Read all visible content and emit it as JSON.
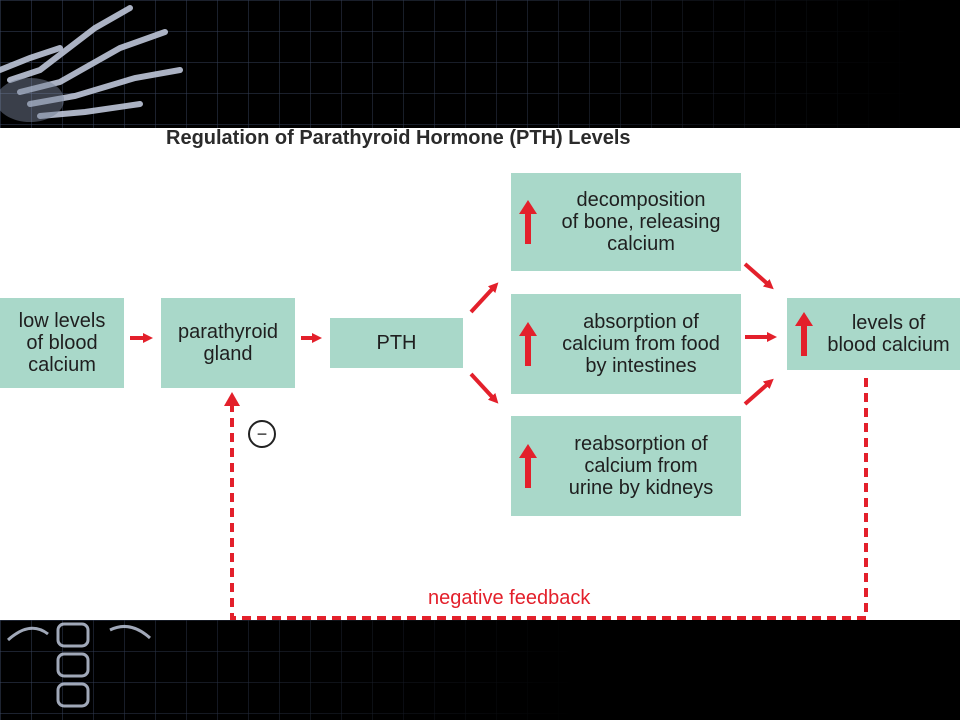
{
  "title": "Regulation of Parathyroid Hormone (PTH) Levels",
  "boxes": {
    "low_calcium": "low levels\nof blood\ncalcium",
    "parathyroid": "parathyroid\ngland",
    "pth": "PTH",
    "bone": "decomposition\nof bone, releasing\ncalcium",
    "intestine": "absorption of\ncalcium from food\nby intestines",
    "kidney": "reabsorption of\ncalcium from\nurine by kidneys",
    "blood_calcium": "levels of\nblood calcium"
  },
  "feedback_label": "negative feedback",
  "inhibit_symbol": "−",
  "colors": {
    "box_fill": "#a9d8c9",
    "arrow": "#e3202b",
    "text": "#1f1f1f"
  },
  "icons": {
    "increase": "up-arrow-icon",
    "inhibit": "minus-circle-icon"
  }
}
